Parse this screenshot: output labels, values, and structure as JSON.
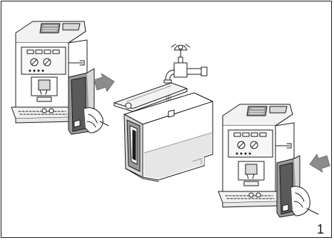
{
  "page": {
    "number": "1"
  },
  "colors": {
    "line": "#1a1a1a",
    "fill_light": "#f2f2f2",
    "fill_mid": "#d9d9d9",
    "fill_dark": "#9a9a9a",
    "arrow": "#8c8c8c",
    "water": "#cfcfcf"
  },
  "steps": [
    {
      "id": "remove-tank",
      "icon": "arrow-right-down-icon"
    },
    {
      "id": "fill-tank",
      "icon": "faucet-icon"
    },
    {
      "id": "insert-tank",
      "icon": "arrow-left-up-icon"
    }
  ]
}
